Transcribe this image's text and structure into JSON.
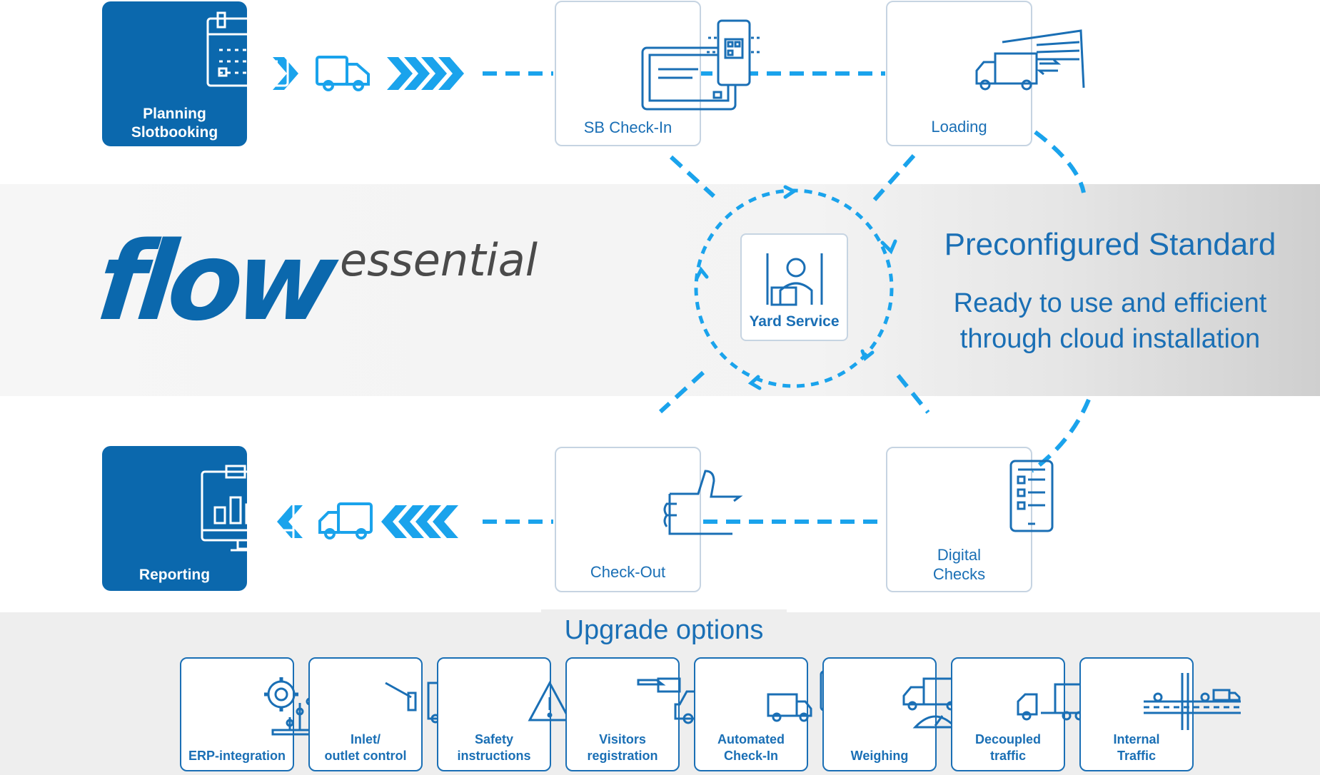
{
  "flow": {
    "planning": {
      "line1": "Planning",
      "line2": "Slotbooking"
    },
    "sb_checkin": "SB Check-In",
    "loading": "Loading",
    "yard_service": "Yard Service",
    "reporting": "Reporting",
    "checkout": "Check-Out",
    "digital_checks": {
      "line1": "Digital",
      "line2": "Checks"
    }
  },
  "brand": {
    "word1": "flow",
    "word2": "essential"
  },
  "standard": {
    "title": "Preconfigured Standard",
    "line1": "Ready to use and efficient",
    "line2": "through cloud installation"
  },
  "upgrade": {
    "title": "Upgrade options",
    "options": [
      {
        "line1": "",
        "line2": "ERP-integration",
        "icon": "gear-sliders-icon"
      },
      {
        "line1": "Inlet/",
        "line2": "outlet control",
        "icon": "barrier-truck-icon"
      },
      {
        "line1": "Safety",
        "line2": "instructions",
        "icon": "warning-triangle-icon"
      },
      {
        "line1": "Visitors",
        "line2": "registration",
        "icon": "car-card-icon"
      },
      {
        "line1": "Automated",
        "line2": "Check-In",
        "icon": "truck-phone-icon"
      },
      {
        "line1": "",
        "line2": "Weighing",
        "icon": "truck-scale-icon"
      },
      {
        "line1": "Decoupled",
        "line2": "traffic",
        "icon": "trailer-forklift-icon"
      },
      {
        "line1": "Internal",
        "line2": "Traffic",
        "icon": "road-traffic-icon"
      }
    ]
  },
  "colors": {
    "primary": "#0b68ad",
    "accent": "#1aa3ec",
    "text_blue": "#1a6fb5",
    "card_border": "#c6d4e2"
  }
}
